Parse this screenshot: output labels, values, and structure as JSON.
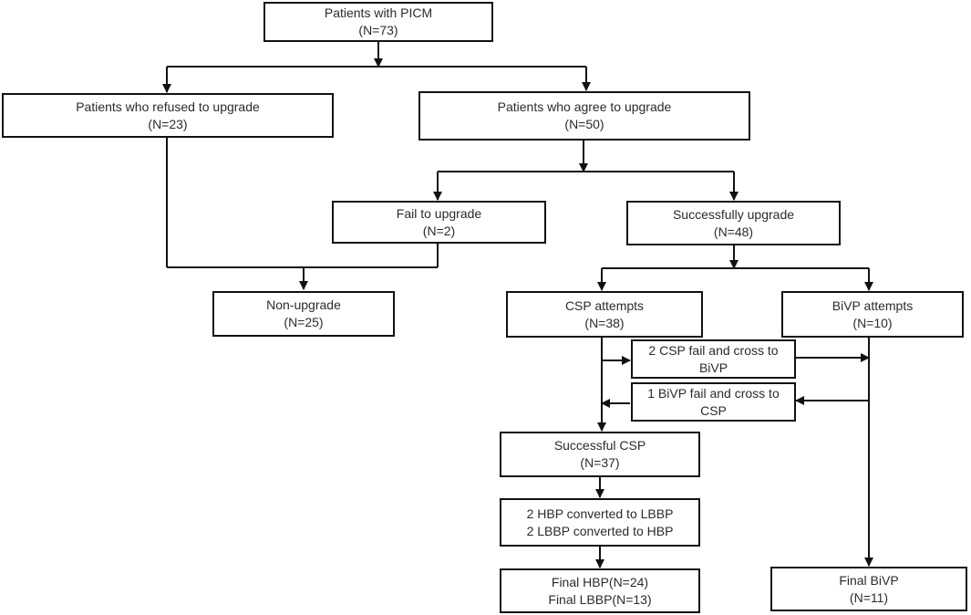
{
  "nodes": {
    "picm": {
      "line1": "Patients with PICM",
      "line2": "(N=73)"
    },
    "refused": {
      "line1": "Patients who refused to upgrade",
      "line2": "(N=23)"
    },
    "agree": {
      "line1": "Patients who agree to upgrade",
      "line2": "(N=50)"
    },
    "fail": {
      "line1": "Fail to upgrade",
      "line2": "(N=2)"
    },
    "success": {
      "line1": "Successfully upgrade",
      "line2": "(N=48)"
    },
    "nonupgrade": {
      "line1": "Non-upgrade",
      "line2": "(N=25)"
    },
    "csp_attempts": {
      "line1": "CSP attempts",
      "line2": "(N=38)"
    },
    "bivp_attempts": {
      "line1": "BiVP attempts",
      "line2": "(N=10)"
    },
    "csp_cross": {
      "line1": "2 CSP fail and cross to",
      "line2": "BiVP"
    },
    "bivp_cross": {
      "line1": "1 BiVP fail and cross to",
      "line2": "CSP"
    },
    "successful_csp": {
      "line1": "Successful CSP",
      "line2": "(N=37)"
    },
    "converted": {
      "line1": "2 HBP converted to LBBP",
      "line2": "2 LBBP converted to HBP"
    },
    "final_hbp": {
      "line1": "Final HBP(N=24)",
      "line2": "Final LBBP(N=13)"
    },
    "final_bivp": {
      "line1": "Final BiVP",
      "line2": "(N=11)"
    }
  }
}
